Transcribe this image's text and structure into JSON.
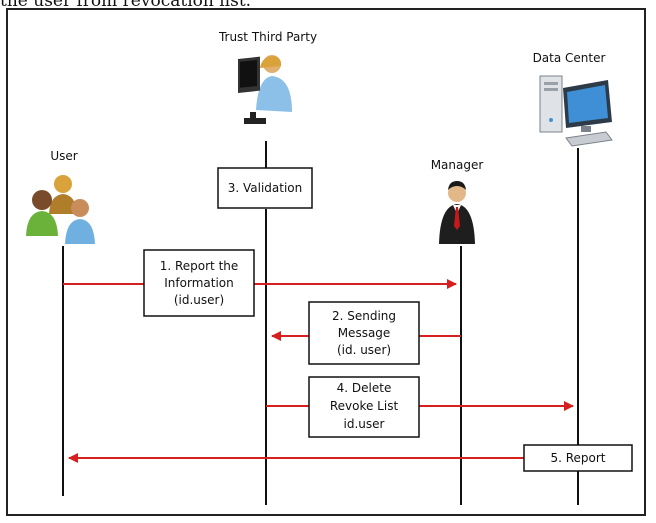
{
  "caption": "the user from revocation list.",
  "actors": {
    "user": "User",
    "ttp": "Trust Third Party",
    "manager": "Manager",
    "datacenter": "Data Center"
  },
  "validation": "3. Validation",
  "messages": {
    "report_info": [
      "1. Report the",
      "Information",
      "(id.user)"
    ],
    "sending_message": [
      "2. Sending",
      "Message",
      "(id. user)"
    ],
    "delete_revoke": [
      "4. Delete",
      "Revoke List",
      "id.user"
    ],
    "report": [
      "5. Report"
    ]
  },
  "colors": {
    "arrow": "#d62020",
    "lifeline": "#111111",
    "box_border": "#111111"
  },
  "icons": {
    "user": "users-group-icon",
    "ttp": "person-at-computer-icon",
    "manager": "businessman-icon",
    "datacenter": "desktop-computer-icon"
  }
}
